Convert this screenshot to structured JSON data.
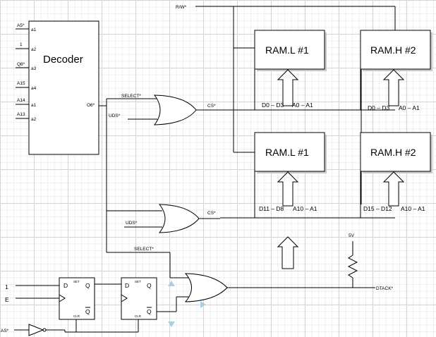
{
  "decoder": {
    "title": "Decoder",
    "inputs": [
      {
        "signal": "A5*",
        "pin": "a1"
      },
      {
        "signal": "1",
        "pin": "a2"
      },
      {
        "signal": "Q8*",
        "pin": "a3"
      },
      {
        "signal": "A15",
        "pin": "a4"
      },
      {
        "signal": "A14",
        "pin": "a1"
      },
      {
        "signal": "A13",
        "pin": "a2"
      }
    ],
    "output": "O6*"
  },
  "signals": {
    "rw": "R/W*",
    "select": "SELECT*",
    "uds": "UDS*",
    "cs": "CS*",
    "as": "AS*",
    "one": "1",
    "e": "E",
    "dtack": "DTACK*",
    "vcc": "5V"
  },
  "ram": [
    {
      "label": "RAM.L #1",
      "data": "D0 – D3",
      "addr": "A0 – A1"
    },
    {
      "label": "RAM.H #2",
      "data": "D0 – D3",
      "addr": "A0 – A1"
    },
    {
      "label": "RAM.L #1",
      "data": "D11 – D8",
      "addr": "A10 – A1"
    },
    {
      "label": "RAM.H #2",
      "data": "D15 – D12",
      "addr": "A10 – A1"
    }
  ],
  "flipflop": {
    "d": "D",
    "q": "Q",
    "qbar": "Q",
    "set": "SET",
    "clr": "CLR"
  }
}
